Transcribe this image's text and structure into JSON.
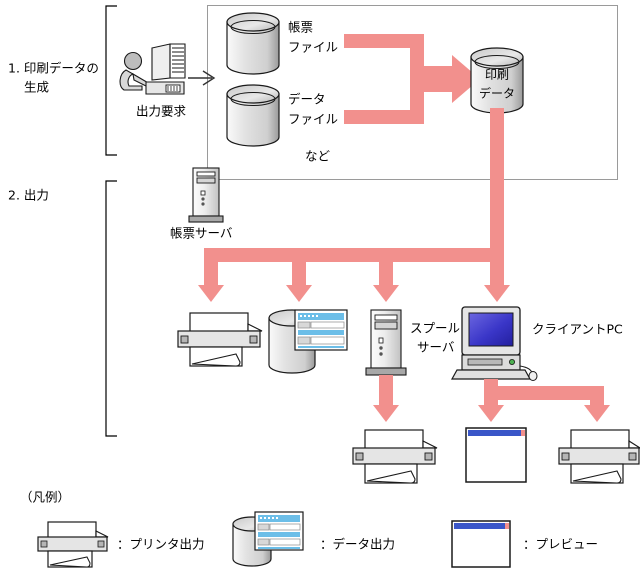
{
  "diagram": {
    "title_stage1": "1. 印刷データの",
    "title_stage1_line2": "生成",
    "title_stage2": "2. 出力",
    "labels": {
      "output_request": "出力要求",
      "form_file_l1": "帳票",
      "form_file_l2": "ファイル",
      "data_file_l1": "データ",
      "data_file_l2": "ファイル",
      "etc": "など",
      "print_data_l1": "印刷",
      "print_data_l2": "データ",
      "form_server": "帳票サーバ",
      "spool_server_l1": "スプール",
      "spool_server_l2": "サーバ",
      "client_pc": "クライアントPC"
    },
    "legend": {
      "heading": "（凡例）",
      "items": [
        {
          "icon": "printer-icon",
          "text": "：プリンタ出力"
        },
        {
          "icon": "data-output-icon",
          "text": "：データ出力"
        },
        {
          "icon": "preview-icon",
          "text": "：プレビュー"
        }
      ]
    },
    "colors": {
      "arrow": "#F2908D",
      "line": "#000000",
      "box_border": "#999999",
      "icon_fill": "#E8E8E8",
      "icon_shade": "#B8B8B8",
      "screen_blue": "#3A36C8",
      "sheet_blue": "#6CBEE8",
      "sheet_gray": "#D8D8D8",
      "preview_title": "#3A56C8"
    }
  }
}
